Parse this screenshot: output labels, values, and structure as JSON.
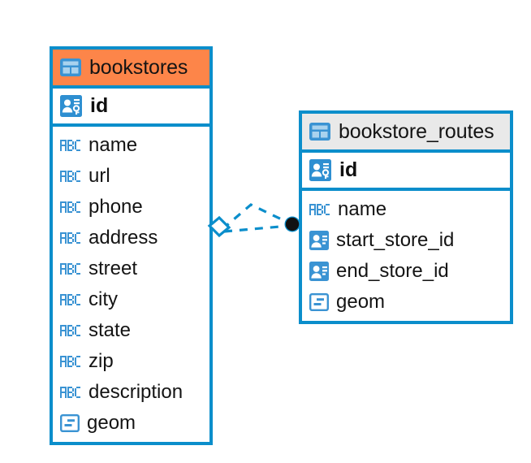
{
  "diagram": {
    "type": "entity-relationship-diagram",
    "background": "#ffffff",
    "accent_blue": "#0b8ecb",
    "accent_orange": "#fd8549",
    "header_gray": "#e9e9e9",
    "icon_blue": "#3a93d3"
  },
  "entities": [
    {
      "name": "bookstores",
      "header_color": "#fd8549",
      "header_icon": "table-icon",
      "primary_key": {
        "label": "id",
        "icon": "primary-key-icon"
      },
      "attributes": [
        {
          "label": "name",
          "icon": "text-type-icon"
        },
        {
          "label": "url",
          "icon": "text-type-icon"
        },
        {
          "label": "phone",
          "icon": "text-type-icon"
        },
        {
          "label": "address",
          "icon": "text-type-icon"
        },
        {
          "label": "street",
          "icon": "text-type-icon"
        },
        {
          "label": "city",
          "icon": "text-type-icon"
        },
        {
          "label": "state",
          "icon": "text-type-icon"
        },
        {
          "label": "zip",
          "icon": "text-type-icon"
        },
        {
          "label": "description",
          "icon": "text-type-icon"
        },
        {
          "label": "geom",
          "icon": "geometry-type-icon"
        }
      ]
    },
    {
      "name": "bookstore_routes",
      "header_color": "#e9e9e9",
      "header_icon": "table-icon",
      "primary_key": {
        "label": "id",
        "icon": "primary-key-icon"
      },
      "attributes": [
        {
          "label": "name",
          "icon": "text-type-icon"
        },
        {
          "label": "start_store_id",
          "icon": "foreign-key-icon"
        },
        {
          "label": "end_store_id",
          "icon": "foreign-key-icon"
        },
        {
          "label": "geom",
          "icon": "geometry-type-icon"
        }
      ]
    }
  ],
  "relationship": {
    "from_entity": "bookstores",
    "to_entity": "bookstore_routes",
    "line_style": "dashed",
    "line_color": "#0b8ecb",
    "source_marker": "diamond-many-marker",
    "target_marker": "filled-circle-marker",
    "target_marker_color": "#111111"
  }
}
